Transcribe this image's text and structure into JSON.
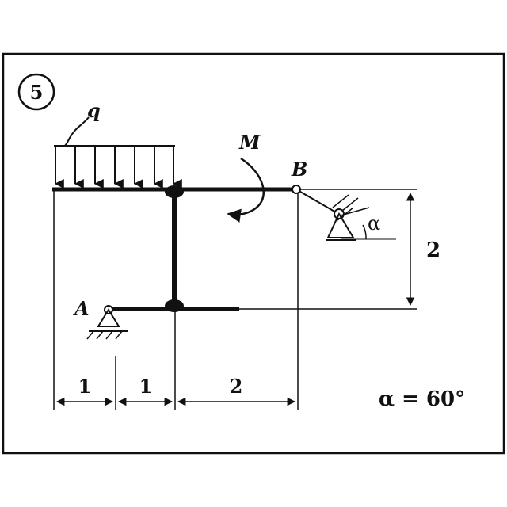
{
  "problem_number": "5",
  "labels": {
    "q": "q",
    "moment": "M",
    "point_a": "A",
    "point_b": "B",
    "angle": "α",
    "height": "2",
    "dim_1a": "1",
    "dim_1b": "1",
    "dim_2": "2",
    "alpha_eq": "α = 60°"
  },
  "colors": {
    "ink": "#111111",
    "background": "#ffffff"
  }
}
